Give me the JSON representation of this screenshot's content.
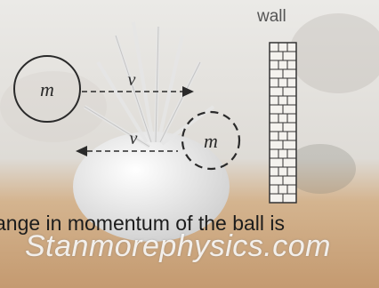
{
  "labels": {
    "wall": "wall",
    "ball_mass_incoming": "m",
    "ball_mass_rebound": "m",
    "velocity_incoming": "v",
    "velocity_rebound": "v"
  },
  "caption": "ange in momentum of the ball is",
  "watermark": "Stanmorephysics.com",
  "colors": {
    "background_wall": "#e8e6e2",
    "table": "#c9a27a",
    "pot": "#f0f0f0",
    "ink": "#2a2a2a",
    "watermark": "#ffffff"
  }
}
